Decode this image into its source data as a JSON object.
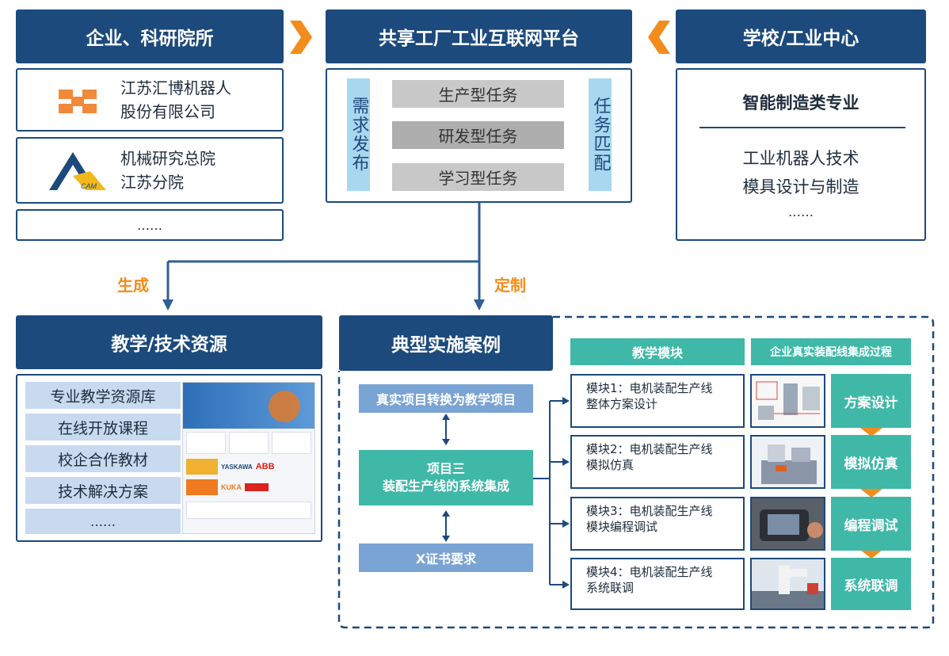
{
  "top": {
    "left_header": "企业、科研院所",
    "center_header": "共享工厂工业互联网平台",
    "right_header": "学校/工业中心"
  },
  "companies": [
    {
      "line1": "江苏汇博机器人",
      "line2": "股份有限公司",
      "logo": "huibo-logo"
    },
    {
      "line1": "机械研究总院",
      "line2": "江苏分院",
      "logo": "cam-logo",
      "logo_text": "CAM"
    },
    {
      "ellipsis": "……"
    }
  ],
  "platform": {
    "left_tag": "需求发布",
    "right_tag": "任务匹配",
    "tasks": [
      "生产型任务",
      "研发型任务",
      "学习型任务"
    ]
  },
  "school": {
    "title": "智能制造类专业",
    "majors": [
      "工业机器人技术",
      "模具设计与制造"
    ],
    "ellipsis": "……"
  },
  "flow_labels": {
    "generate": "生成",
    "customize": "定制"
  },
  "resources": {
    "header": "教学/技术资源",
    "items": [
      "专业教学资源库",
      "在线开放课程",
      "校企合作教材",
      "技术解决方案",
      "……"
    ],
    "screenshot_logos": [
      "YASKAWA",
      "ABB",
      "KUKA"
    ]
  },
  "cases": {
    "header": "典型实施案例",
    "convert": "真实项目转换为教学项目",
    "project_line1": "项目三",
    "project_line2": "装配生产线的系统集成",
    "cert": "X证书要求",
    "col_modules": "教学模块",
    "col_process": "企业真实装配线集成过程",
    "modules": [
      {
        "line1": "模块1：电机装配生产线",
        "line2": "整体方案设计",
        "step": "方案设计"
      },
      {
        "line1": "模块2：电机装配生产线",
        "line2": "模拟仿真",
        "step": "模拟仿真"
      },
      {
        "line1": "模块3：电机装配生产线",
        "line2": "模块编程调试",
        "step": "编程调试"
      },
      {
        "line1": "模块4：电机装配生产线",
        "line2": "系统联调",
        "step": "系统联调"
      }
    ]
  },
  "colors": {
    "navy": "#1c4a7c",
    "orange": "#f28c1c",
    "teal": "#3fb8a8",
    "light_blue": "#a8d8f0",
    "steel_blue": "#7aa4d4"
  }
}
